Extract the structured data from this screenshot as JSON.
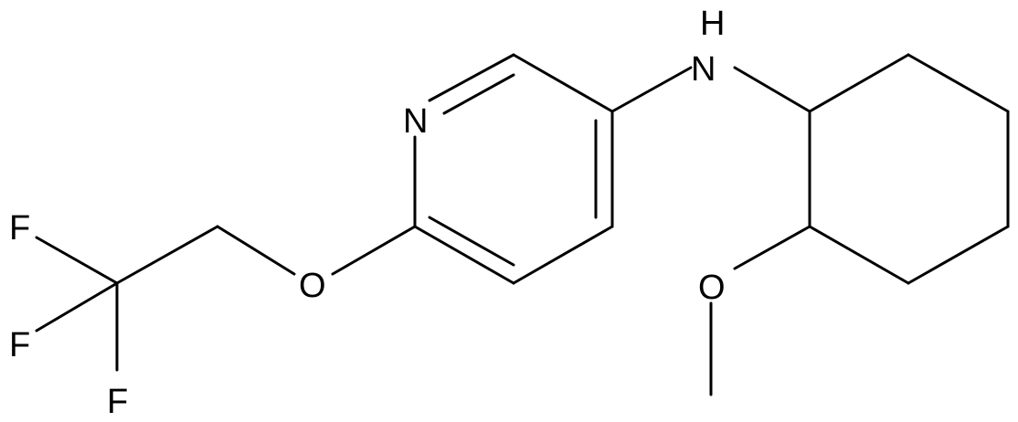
{
  "molecule": {
    "atoms": {
      "nitrogen_amine": "N",
      "hydrogen_amine": "H",
      "nitrogen_pyridine": "N",
      "oxygen_ether": "O",
      "oxygen_methoxy": "O",
      "fluorine_1": "F",
      "fluorine_2": "F",
      "fluorine_3": "F"
    }
  },
  "colors": {
    "bond": "#000000",
    "label": "#000000",
    "background": "#ffffff"
  }
}
